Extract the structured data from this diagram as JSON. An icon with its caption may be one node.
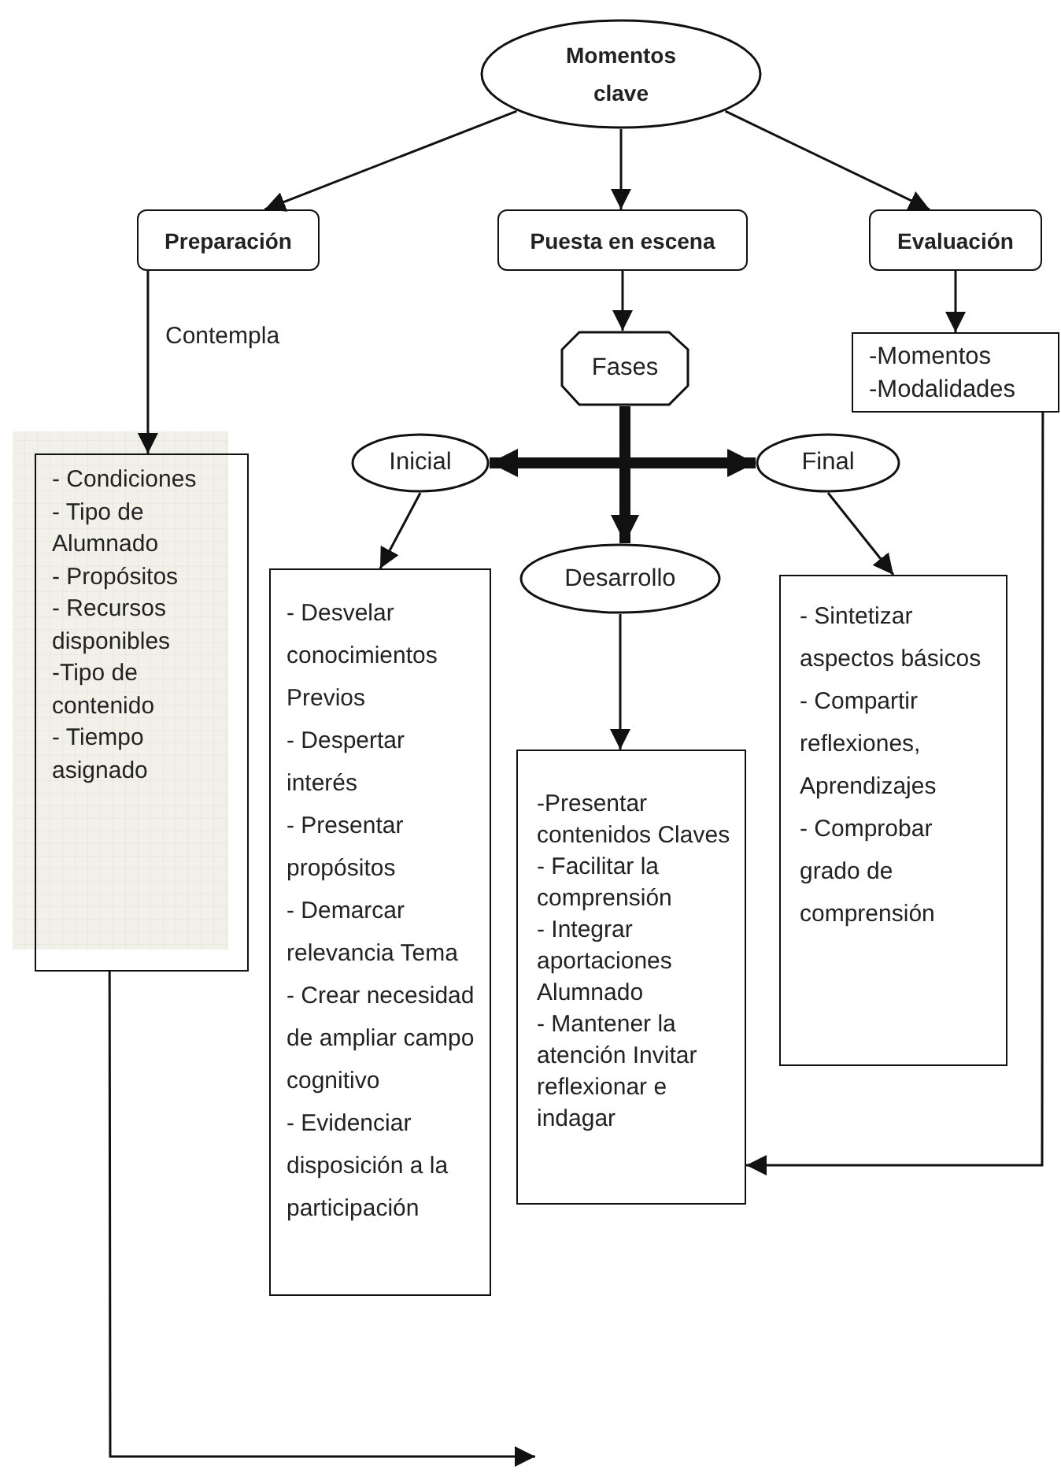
{
  "diagram": {
    "nodes": [
      {
        "text": [
          "Momentos clave"
        ]
      },
      {
        "text": [
          "Preparación"
        ]
      },
      {
        "text": [
          "Puesta en escena"
        ]
      },
      {
        "text": [
          "Evaluación"
        ]
      },
      {
        "text": [
          "Fases"
        ]
      },
      {
        "text": [
          "-Momentos",
          "-Modalidades"
        ]
      },
      {
        "text": [
          "- Condiciones",
          "- Tipo de Alumnado",
          "- Propósitos",
          "- Recursos disponibles",
          "-Tipo de contenido",
          "- Tiempo asignado"
        ]
      },
      {
        "text": [
          "Inicial"
        ]
      },
      {
        "text": [
          "- Desvelar conocimientos Previos",
          "- Despertar interés",
          "- Presentar propósitos",
          "- Demarcar relevancia Tema",
          "- Crear necesidad de ampliar campo cognitivo",
          "- Evidenciar disposición a la participación"
        ]
      },
      {
        "text": [
          "Desarrollo"
        ]
      },
      {
        "text": [
          "-Presentar contenidos Claves",
          "- Facilitar la comprensión",
          "- Integrar aportaciones Alumnado",
          "- Mantener la atención Invitar reflexionar e indagar"
        ]
      },
      {
        "text": [
          "Final"
        ]
      },
      {
        "text": [
          "- Sintetizar aspectos básicos",
          "- Compartir reflexiones, Aprendizajes",
          "- Comprobar grado de comprensión"
        ]
      }
    ],
    "edges": [
      {
        "from": 0,
        "to": 1,
        "arrow": "to"
      },
      {
        "from": 0,
        "to": 2,
        "arrow": "to"
      },
      {
        "from": 0,
        "to": 3,
        "arrow": "to"
      },
      {
        "from": 2,
        "to": 4,
        "arrow": "to"
      },
      {
        "from": 3,
        "to": 5,
        "arrow": "to"
      },
      {
        "from": 1,
        "to": 6,
        "arrow": "to",
        "label": "Contempla"
      },
      {
        "from": 4,
        "to": 7,
        "arrow": "to",
        "style": "thick"
      },
      {
        "from": 4,
        "to": 9,
        "arrow": "to",
        "style": "thick"
      },
      {
        "from": 4,
        "to": 11,
        "arrow": "to",
        "style": "thick"
      },
      {
        "from": 7,
        "to": 8,
        "arrow": "to"
      },
      {
        "from": 9,
        "to": 10,
        "arrow": "to"
      },
      {
        "from": 11,
        "to": 12,
        "arrow": "to"
      },
      {
        "from": 6,
        "to": null,
        "arrow": "to"
      },
      {
        "from": 5,
        "to": 10,
        "arrow": "to"
      }
    ]
  }
}
